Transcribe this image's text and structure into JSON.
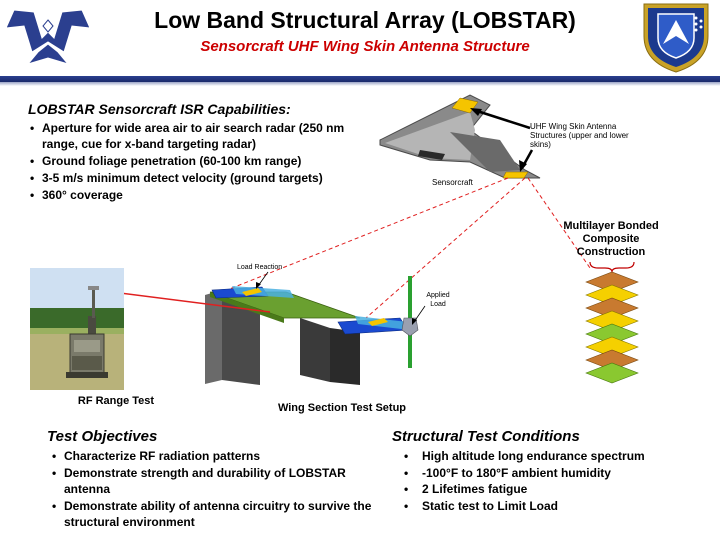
{
  "header": {
    "title": "Low Band Structural Array (LOBSTAR)",
    "subtitle": "Sensorcraft UHF Wing Skin Antenna Structure"
  },
  "capabilities": {
    "heading": "LOBSTAR Sensorcraft ISR Capabilities:",
    "items": [
      "Aperture for wide area air to air search radar (250 nm range, cue for x-band targeting radar)",
      "Ground foliage penetration (60-100 km range)",
      "3-5 m/s minimum detect velocity (ground targets)",
      "360° coverage"
    ]
  },
  "diagram": {
    "uhf_label": "UHF Wing Skin Antenna Structures (upper and lower skins)",
    "sensorcraft_label": "Sensorcraft",
    "multilayer_label": "Multilayer Bonded Composite Construction",
    "load_reaction_label": "Load Reaction",
    "applied_load_label": "Applied Load",
    "rf_range_label": "RF Range Test",
    "wing_section_label": "Wing Section Test Setup"
  },
  "objectives": {
    "heading": "Test Objectives",
    "items": [
      "Characterize RF radiation patterns",
      "Demonstrate strength and durability of LOBSTAR antenna",
      "Demonstrate ability of antenna circuitry to survive the structural environment"
    ]
  },
  "conditions": {
    "heading": "Structural Test Conditions",
    "items": [
      "High altitude long endurance spectrum",
      "-100°F to 180°F ambient humidity",
      "2 Lifetimes fatigue",
      "Static test to Limit Load"
    ]
  },
  "colors": {
    "title_accent": "#cc0000",
    "header_bar": "#2a3f8f",
    "af_blue": "#2b3f8f",
    "antenna_yellow": "#f5c400"
  },
  "logos": {
    "af_logo_icon": "air-force-symbol-icon",
    "afrl_logo_icon": "afrl-shield-icon"
  }
}
